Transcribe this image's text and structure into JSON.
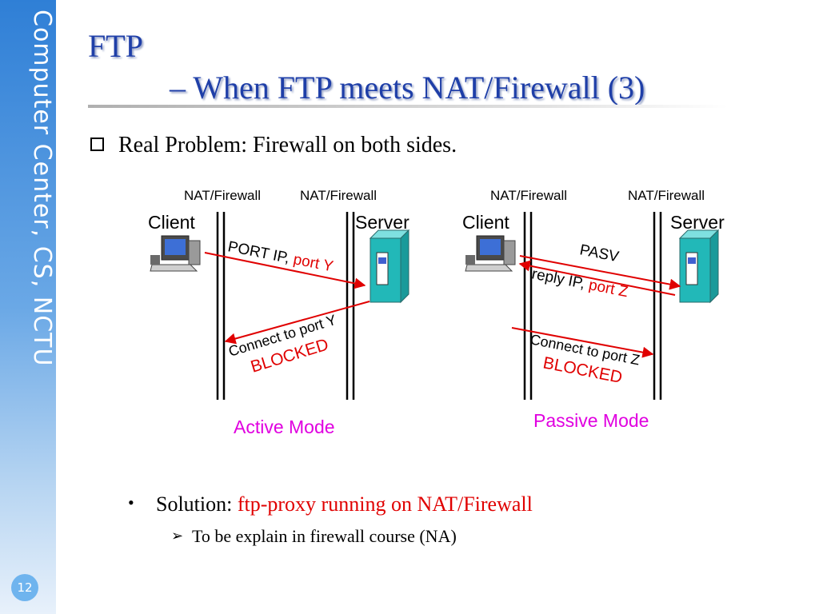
{
  "sidebar": {
    "text": "Computer Center, CS, NCTU",
    "page_number": "12"
  },
  "title": {
    "line1": "FTP",
    "line2": "– When FTP meets NAT/Firewall (3)"
  },
  "bullet": {
    "text": "Real Problem: Firewall on both sides."
  },
  "diagram": {
    "nat_label_1": "NAT/Firewall",
    "nat_label_2": "NAT/Firewall",
    "nat_label_3": "NAT/Firewall",
    "nat_label_4": "NAT/Firewall",
    "client_label": "Client",
    "server_label": "Server",
    "active": {
      "msg1_prefix": "PORT IP, ",
      "msg1_port": "port Y",
      "msg2": "Connect to port Y",
      "blocked": "BLOCKED",
      "mode_label": "Active Mode"
    },
    "passive": {
      "msg1": "PASV",
      "msg2_prefix": "reply IP, ",
      "msg2_port": "port Z",
      "msg3": "Connect to port Z",
      "blocked": "BLOCKED",
      "mode_label": "Passive Mode"
    },
    "colors": {
      "arrow": "#e00000",
      "mode": "#e000e0",
      "server": "#22b8b8"
    }
  },
  "solution": {
    "bullet": "•",
    "prefix": "Solution: ",
    "highlight": "ftp-proxy running on NAT/Firewall",
    "sub_marker": "➢",
    "sub": "To be explain in firewall course (NA)"
  }
}
